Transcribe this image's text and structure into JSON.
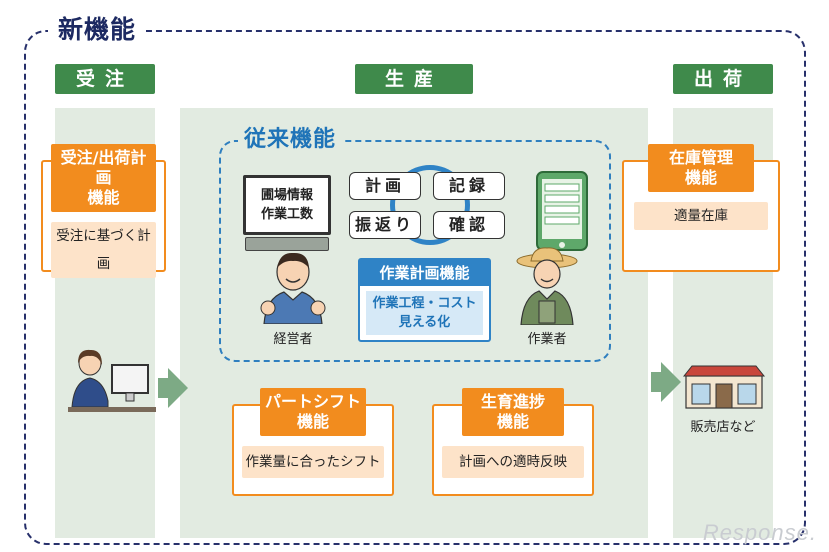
{
  "title": "新機能",
  "columns": {
    "left": "受注",
    "middle": "生産",
    "right": "出荷"
  },
  "order_plan": {
    "title": "受注/出荷計画\n機能",
    "body": "受注に基づく計画"
  },
  "inventory": {
    "title": "在庫管理\n機能",
    "body": "適量在庫"
  },
  "legacy": {
    "title": "従来機能",
    "monitor_text": [
      "圃場情報",
      "作業工数"
    ],
    "cycle": [
      "計画",
      "記録",
      "振返り",
      "確認"
    ],
    "plan_title": "作業計画機能",
    "plan_body": [
      "作業工程・コスト",
      "見える化"
    ],
    "manager_label": "経営者",
    "worker_label": "作業者"
  },
  "part_shift": {
    "title": "パートシフト\n機能",
    "body": "作業量に合ったシフト"
  },
  "growth": {
    "title": "生育進捗\n機能",
    "body": "計画への適時反映"
  },
  "store_label": "販売店など",
  "watermark": "Response.",
  "colors": {
    "navy": "#1d2a62",
    "green_header": "#3f8a4b",
    "orange": "#f28c1e",
    "blue": "#2f83c6",
    "column_bg": "#e2ebe1"
  }
}
